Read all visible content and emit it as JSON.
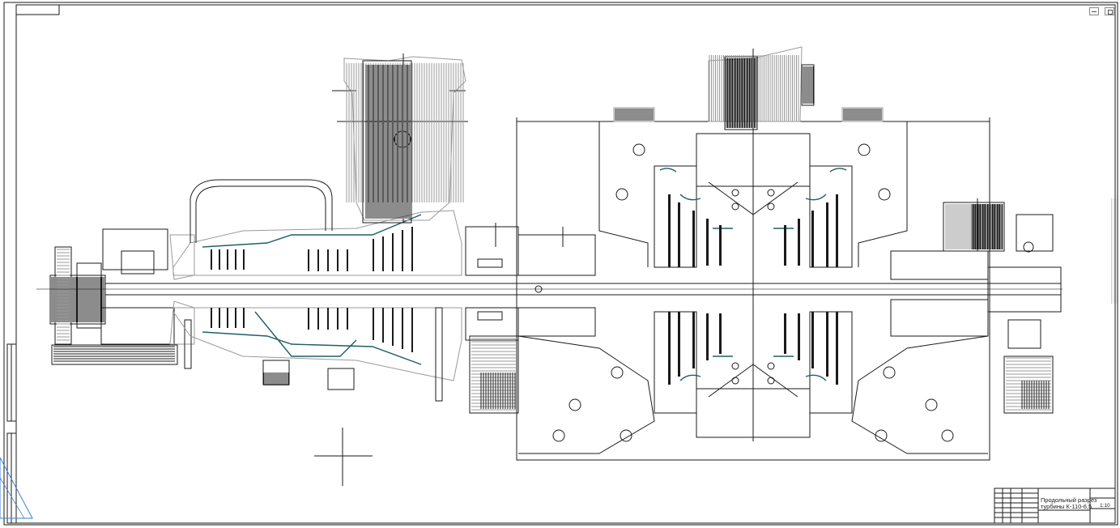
{
  "title_block": {
    "title_line1": "Продольный разрез",
    "title_line2": "турбины К-110-6,5",
    "scale": "1:10"
  },
  "window": {
    "minimize_icon": "minimize-icon",
    "maximize_icon": "restore-icon"
  },
  "colors": {
    "line": "#1a1a1a",
    "gray": "#9a9a9a",
    "teal": "#1f5f66",
    "corner_triangle": "#3a7fd0"
  }
}
